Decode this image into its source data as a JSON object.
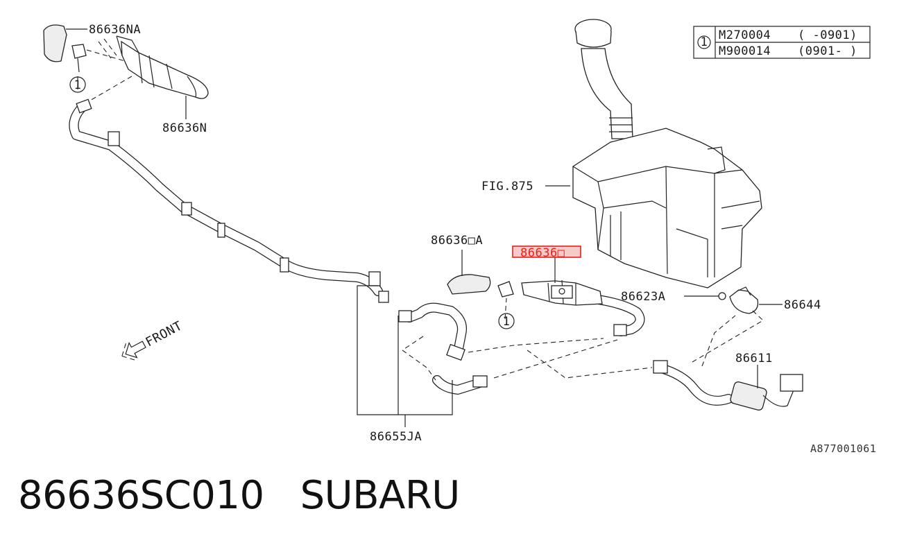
{
  "diagram": {
    "callouts": {
      "nozzle_cap_left": "86636NA",
      "nozzle_left": "86636N",
      "tank": "FIG.875",
      "nozzle_cap_center": "86636□A",
      "nozzle_center_highlighted": "86636□",
      "grommet": "86623A",
      "clip": "86644",
      "pump": "86611",
      "hose": "86655JA"
    },
    "bolt_symbol": "1",
    "front_label": "FRONT",
    "reference_id": "A877001061",
    "legend": {
      "symbol": "1",
      "rows": [
        {
          "part": "M270004",
          "range": "(  -0901)"
        },
        {
          "part": "M900014",
          "range": "(0901-  )"
        }
      ]
    },
    "highlight_color": "#e8201a",
    "highlight_fill": "#f7c9c9"
  },
  "caption": {
    "part_number": "86636SC010",
    "brand": "SUBARU"
  }
}
